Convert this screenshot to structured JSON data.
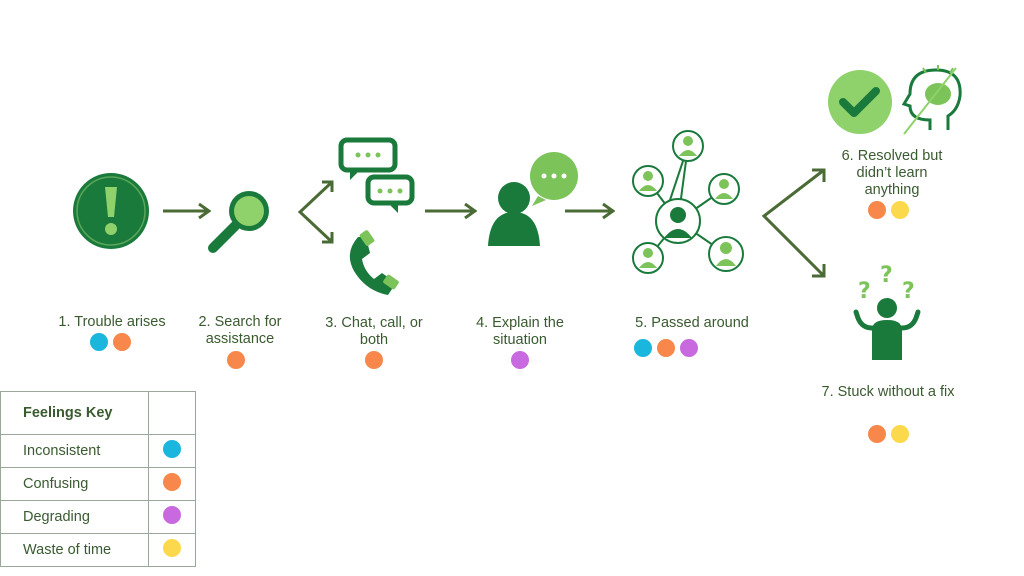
{
  "colors": {
    "dark_green": "#1a7a3c",
    "mid_green": "#2e8b47",
    "light_green": "#7cc35a",
    "arrow": "#4a6b35",
    "inconsistent": "#1ab6dd",
    "confusing": "#f7874a",
    "degrading": "#c869e0",
    "waste_of_time": "#fcd94c"
  },
  "steps": [
    {
      "label": "1. Trouble arises",
      "icon": "exclamation-icon",
      "feelings": [
        "inconsistent",
        "confusing"
      ]
    },
    {
      "label": "2. Search for assistance",
      "icon": "magnifier-icon",
      "feelings": [
        "confusing"
      ]
    },
    {
      "label": "3. Chat, call, or both",
      "icon": "chat-phone-icon",
      "feelings": [
        "confusing"
      ]
    },
    {
      "label": "4. Explain the situation",
      "icon": "speaking-person-icon",
      "feelings": [
        "degrading"
      ]
    },
    {
      "label": "5. Passed around",
      "icon": "network-icon",
      "feelings": [
        "inconsistent",
        "confusing",
        "degrading"
      ]
    },
    {
      "label": "6. Resolved but didn’t learn anything",
      "icon": "check-brain-icon",
      "feelings": [
        "confusing",
        "waste_of_time"
      ]
    },
    {
      "label": "7. Stuck without a fix",
      "icon": "confused-person-icon",
      "feelings": [
        "confusing",
        "waste_of_time"
      ]
    }
  ],
  "key": {
    "title": "Feelings Key",
    "items": [
      {
        "id": "inconsistent",
        "label": "Inconsistent"
      },
      {
        "id": "confusing",
        "label": "Confusing"
      },
      {
        "id": "degrading",
        "label": "Degrading"
      },
      {
        "id": "waste_of_time",
        "label": "Waste of time"
      }
    ]
  }
}
